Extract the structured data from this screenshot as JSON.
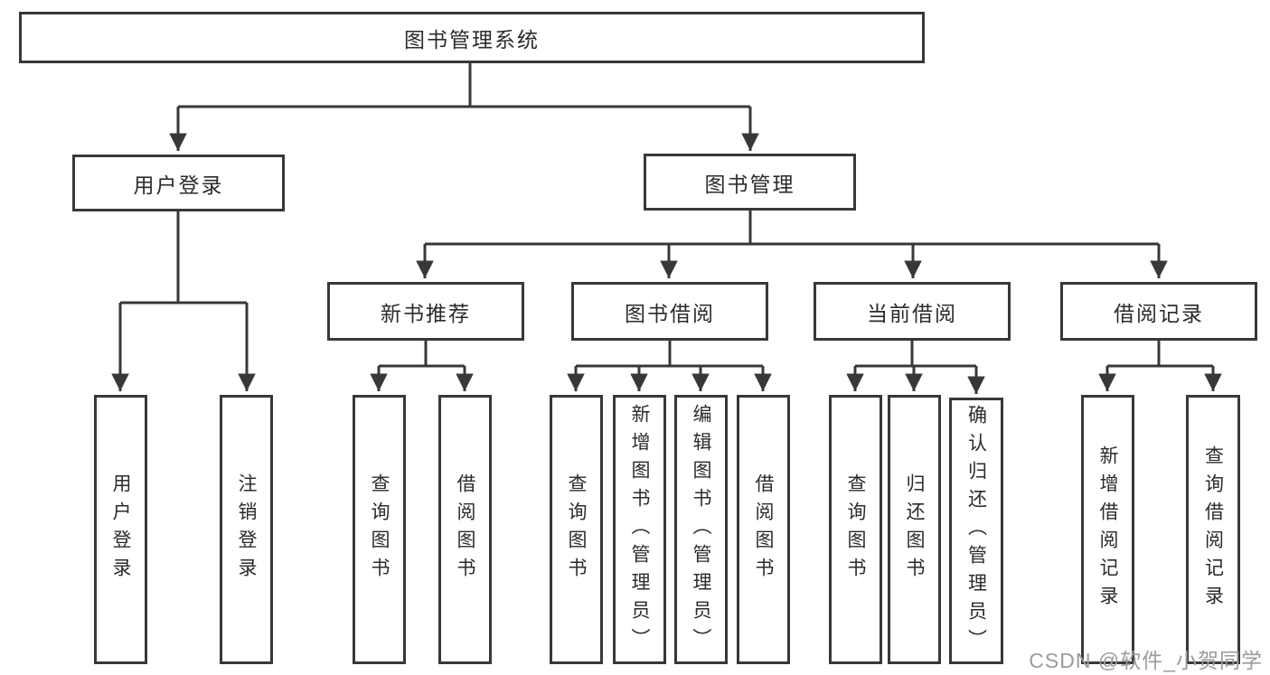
{
  "diagram": {
    "root": "图书管理系统",
    "branches": [
      {
        "label": "用户登录",
        "leaves": [
          "用户登录",
          "注销登录"
        ]
      },
      {
        "label": "图书管理",
        "sections": [
          {
            "label": "新书推荐",
            "leaves": [
              "查询图书",
              "借阅图书"
            ]
          },
          {
            "label": "图书借阅",
            "leaves": [
              "查询图书",
              "新增图书（管理员）",
              "编辑图书（管理员）",
              "借阅图书"
            ]
          },
          {
            "label": "当前借阅",
            "leaves": [
              "查询图书",
              "归还图书",
              "确认归还（管理员）"
            ]
          },
          {
            "label": "借阅记录",
            "leaves": [
              "新增借阅记录",
              "查询借阅记录"
            ]
          }
        ]
      }
    ]
  },
  "watermark": "CSDN @软件_小贺同学",
  "colors": {
    "line": "#383838",
    "text": "#2b2b2b",
    "background": "#ffffff",
    "watermark": "#9b9b9b"
  }
}
